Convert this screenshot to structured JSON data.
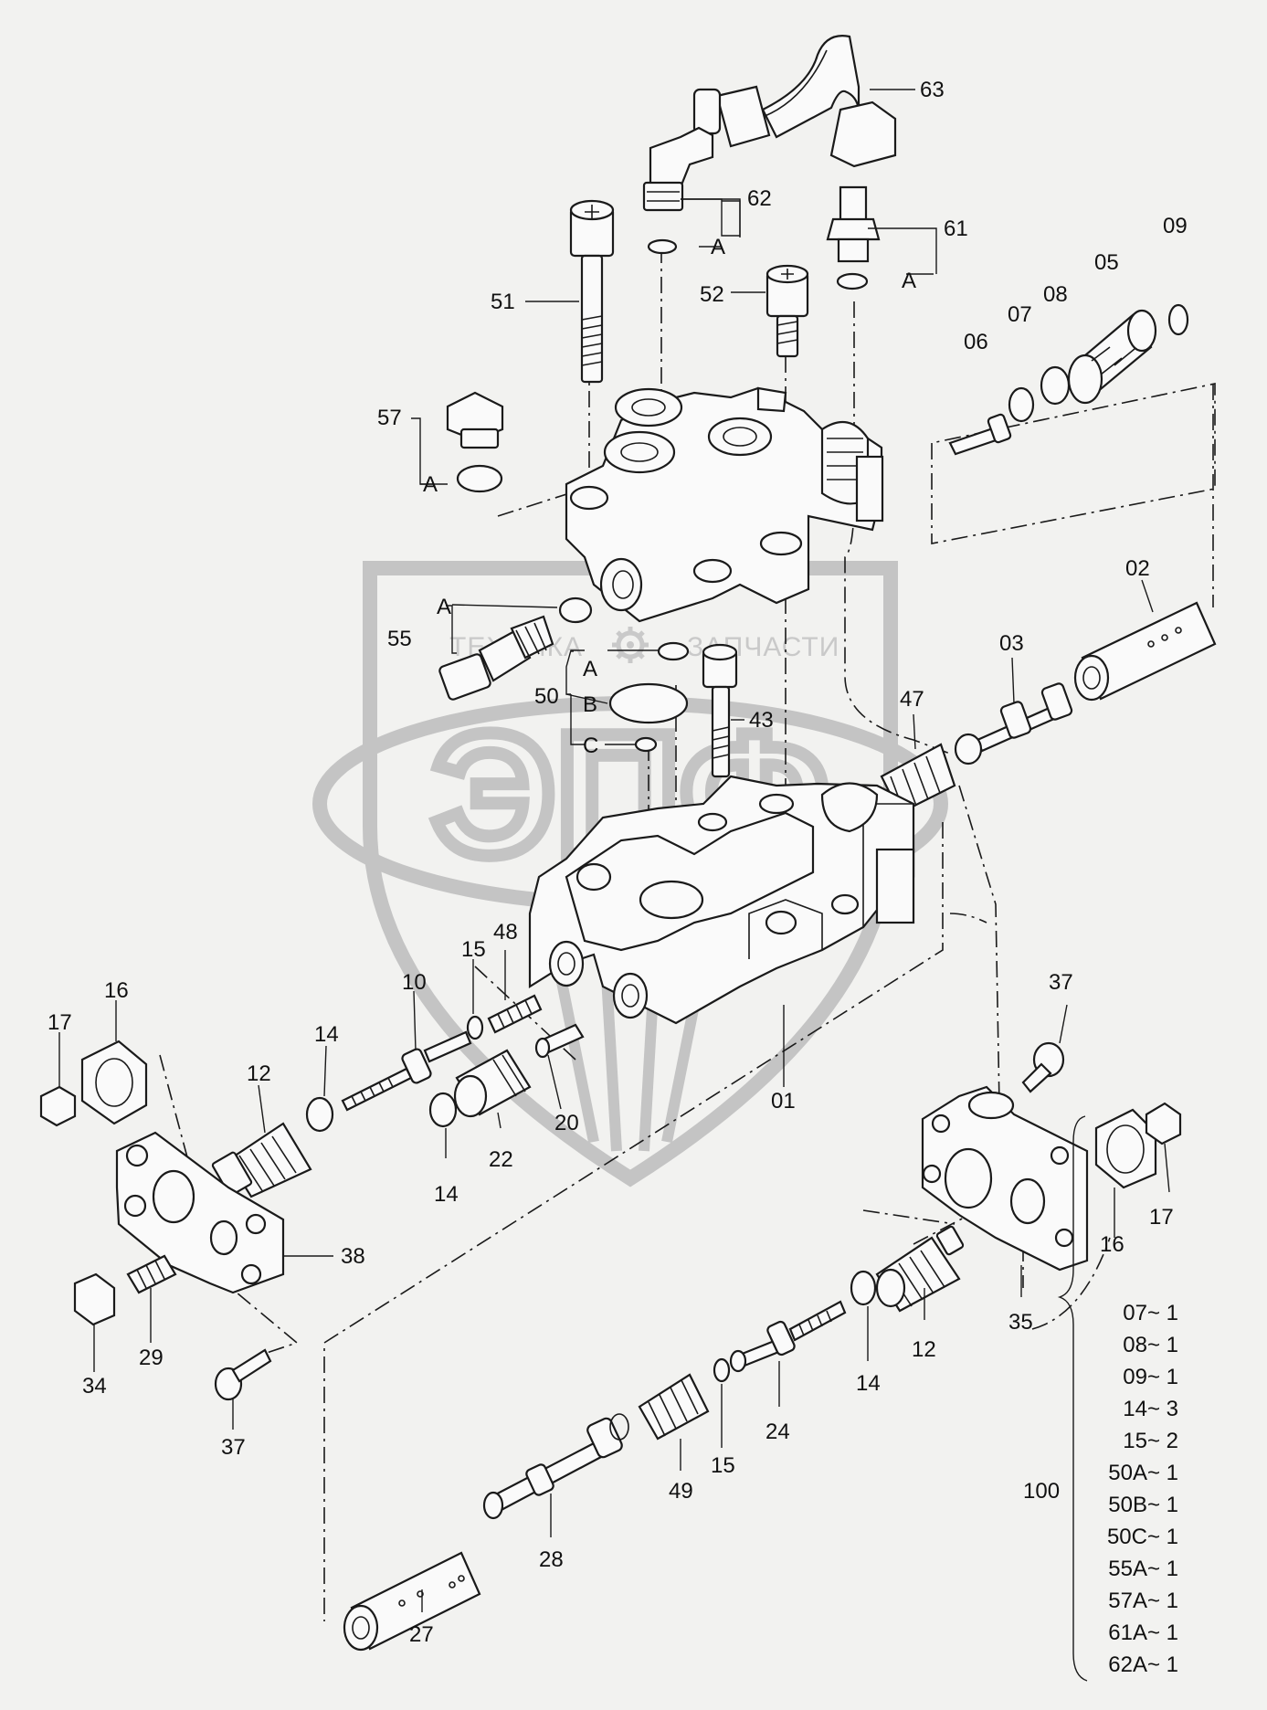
{
  "watermark": {
    "caption_left": "ТЕХНИКА",
    "caption_right": "ЗАПЧАСТИ",
    "logo_text": "ЭПФ",
    "gear_icon": "gear-icon"
  },
  "part_labels": {
    "p63": "63",
    "p62": "62",
    "p61": "61",
    "p09": "09",
    "p05": "05",
    "p08": "08",
    "p07": "07",
    "p06": "06",
    "p51": "51",
    "p52": "52",
    "p57": "57",
    "p55": "55",
    "p50": "50",
    "p43": "43",
    "p02": "02",
    "p03": "03",
    "p47": "47",
    "p48": "48",
    "p15a": "15",
    "p10": "10",
    "p14a": "14",
    "p16a": "16",
    "p17a": "17",
    "p12a": "12",
    "p14b": "14",
    "p22": "22",
    "p20": "20",
    "p01": "01",
    "p38": "38",
    "p29": "29",
    "p34": "34",
    "p37a": "37",
    "p37b": "37",
    "p35": "35",
    "p16b": "16",
    "p17b": "17",
    "p12b": "12",
    "p14c": "14",
    "p24": "24",
    "p15b": "15",
    "p49": "49",
    "p28": "28",
    "p27": "27"
  },
  "sub_labels": {
    "a62": "A",
    "a61": "A",
    "a57": "A",
    "a55": "A",
    "a50": "A",
    "b50": "B",
    "c50": "C"
  },
  "kit": {
    "number": "100",
    "items": [
      "07~ 1",
      "08~ 1",
      "09~ 1",
      "14~ 3",
      "15~ 2",
      "50A~ 1",
      "50B~ 1",
      "50C~ 1",
      "55A~ 1",
      "57A~ 1",
      "61A~ 1",
      "62A~ 1"
    ]
  }
}
